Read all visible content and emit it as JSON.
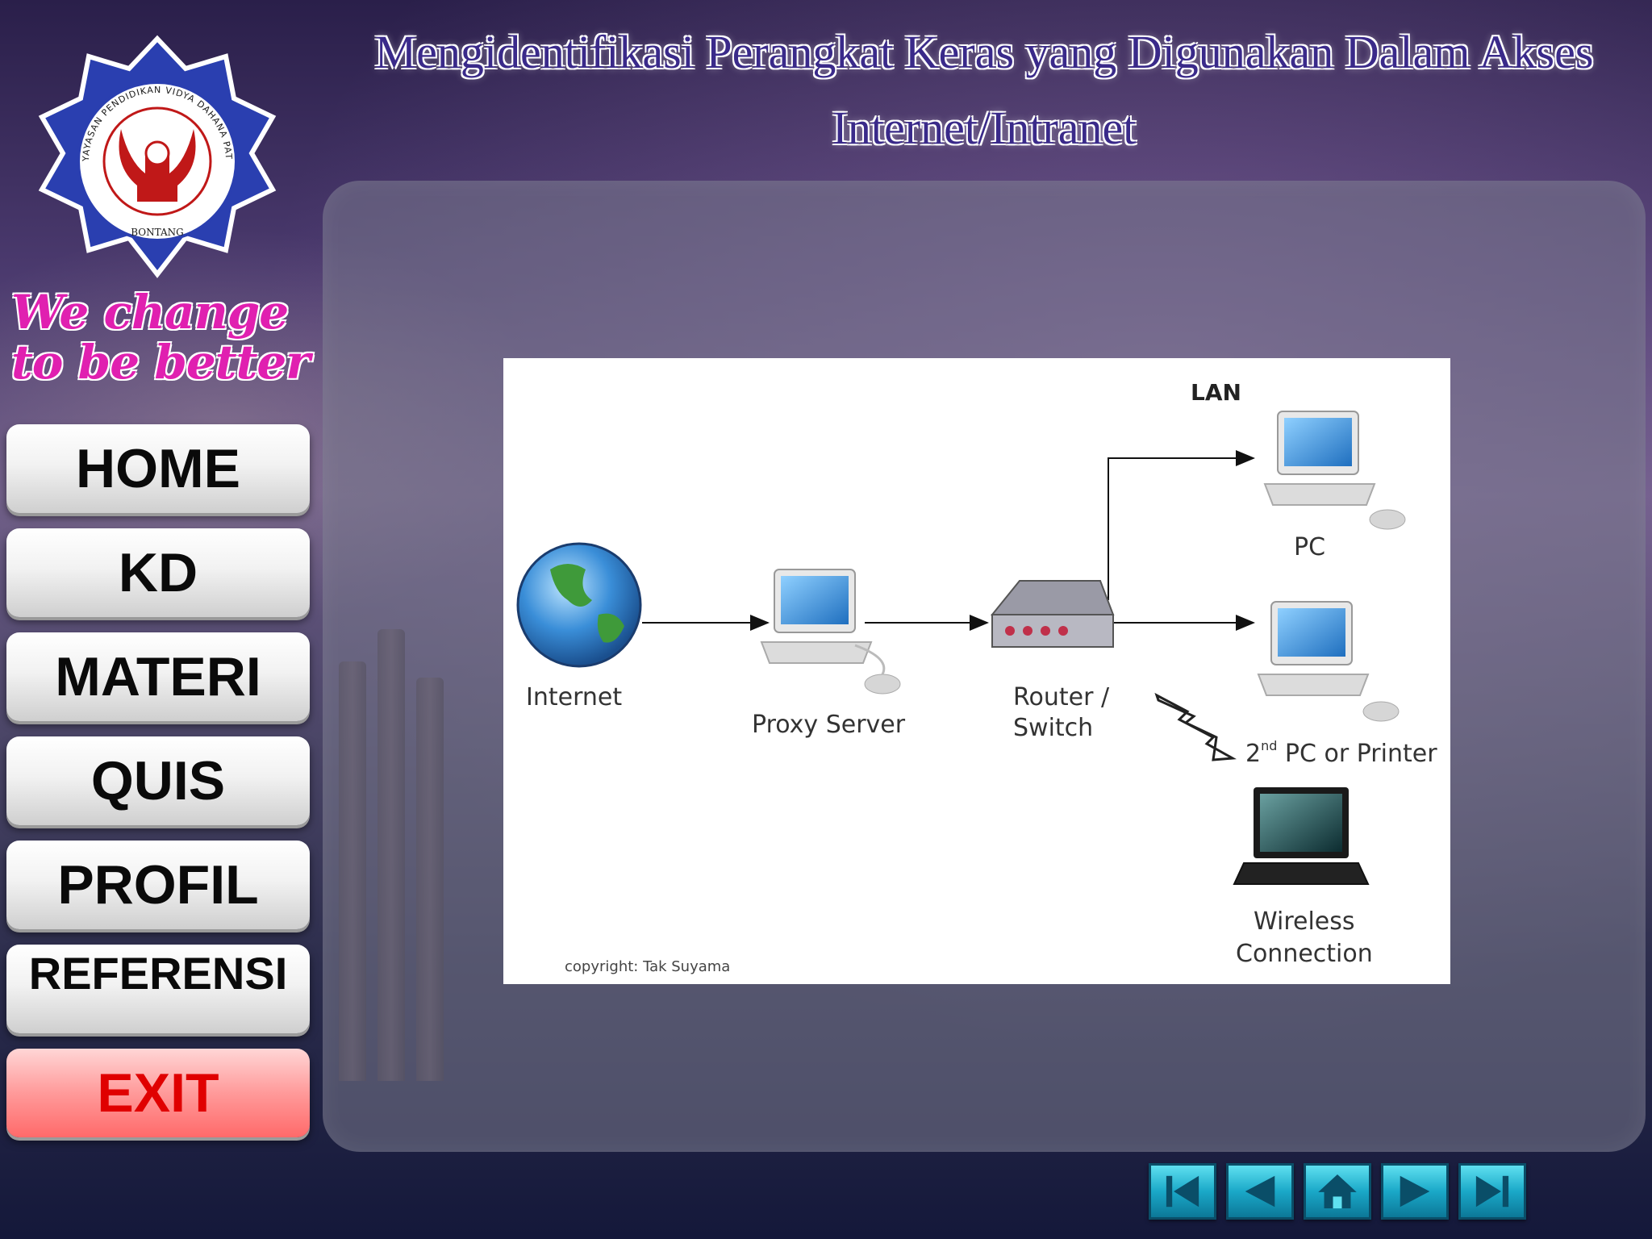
{
  "header": {
    "title_line1": "Mengidentifikasi Perangkat Keras yang Digunakan Dalam Akses",
    "title_line2": "Internet/Intranet"
  },
  "logo": {
    "ring_text": "YAYASAN PENDIDIKAN VIDYA DAHANA PATRA",
    "city": "BONTANG"
  },
  "slogan": {
    "line1": "We change",
    "line2": "to be better"
  },
  "nav": {
    "home": "HOME",
    "kd": "KD",
    "materi": "MATERI",
    "quis": "QUIS",
    "profil": "PROFIL",
    "referensi": "REFERENSI",
    "exit": "EXIT"
  },
  "diagram": {
    "lan_label": "LAN",
    "pc_label": "PC",
    "internet_label": "Internet",
    "proxy_label": "Proxy Server",
    "router_line1": "Router /",
    "router_line2": "Switch",
    "pc2_label_prefix": "2",
    "pc2_label_sup": "nd",
    "pc2_label_suffix": " PC or Printer",
    "wireless_line1": "Wireless",
    "wireless_line2": "Connection",
    "copyright": "copyright: Tak Suyama"
  },
  "bottom_nav": {
    "icons": [
      "first-icon",
      "prev-icon",
      "home-icon",
      "next-icon",
      "last-icon"
    ]
  },
  "colors": {
    "title": "#3a2a8a",
    "slogan": "#e020b0",
    "exit": "#e00000",
    "nav_icon": "#1aa8c8"
  }
}
